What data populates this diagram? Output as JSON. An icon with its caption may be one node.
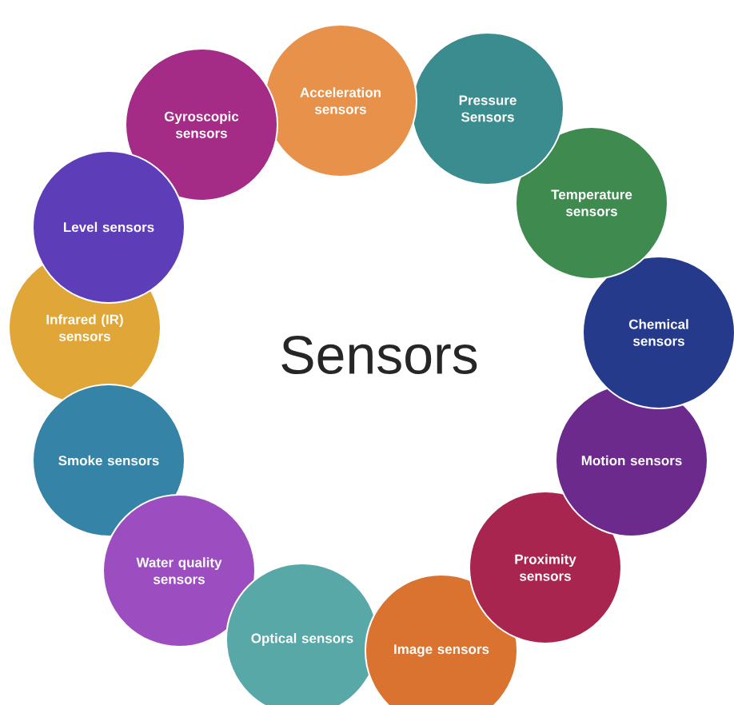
{
  "diagram": {
    "title": "Sensors",
    "nodes": [
      {
        "text": [
          "Acceleration sensors"
        ]
      },
      {
        "text": [
          "Pressure Sensors"
        ]
      },
      {
        "text": [
          "Temperature sensors"
        ]
      },
      {
        "text": [
          "Chemical sensors"
        ]
      },
      {
        "text": [
          "Motion sensors"
        ]
      },
      {
        "text": [
          "Proximity sensors"
        ]
      },
      {
        "text": [
          "Image sensors"
        ]
      },
      {
        "text": [
          "Optical sensors"
        ]
      },
      {
        "text": [
          "Water quality sensors"
        ]
      },
      {
        "text": [
          "Smoke sensors"
        ]
      },
      {
        "text": [
          "Infrared (IR) sensors"
        ]
      },
      {
        "text": [
          "Level sensors"
        ]
      },
      {
        "text": [
          "Gyroscopic sensors"
        ]
      }
    ]
  }
}
